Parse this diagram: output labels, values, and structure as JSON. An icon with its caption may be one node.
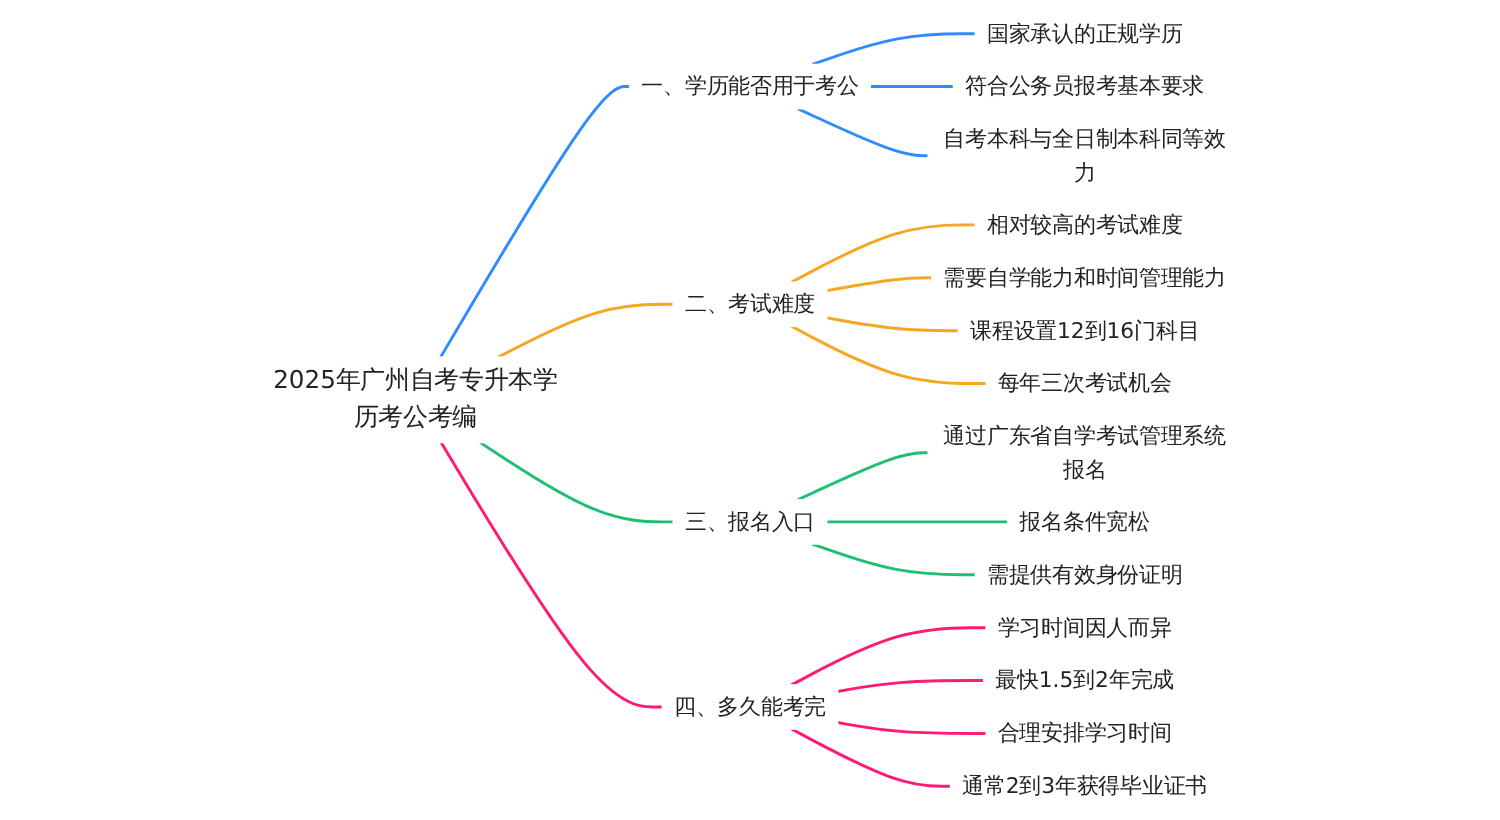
{
  "diagram": {
    "nodes": [
      {
        "text": [
          "2025年广州自考专升本学历考公考编"
        ]
      },
      {
        "text": [
          "一、学历能否用于考公"
        ]
      },
      {
        "text": [
          "国家承认的正规学历"
        ]
      },
      {
        "text": [
          "符合公务员报考基本要求"
        ]
      },
      {
        "text": [
          "自考本科与全日制本科同等效力"
        ]
      },
      {
        "text": [
          "二、考试难度"
        ]
      },
      {
        "text": [
          "相对较高的考试难度"
        ]
      },
      {
        "text": [
          "需要自学能力和时间管理能力"
        ]
      },
      {
        "text": [
          "课程设置12到16门科目"
        ]
      },
      {
        "text": [
          "每年三次考试机会"
        ]
      },
      {
        "text": [
          "三、报名入口"
        ]
      },
      {
        "text": [
          "通过广东省自学考试管理系统报名"
        ]
      },
      {
        "text": [
          "报名条件宽松"
        ]
      },
      {
        "text": [
          "需提供有效身份证明"
        ]
      },
      {
        "text": [
          "四、多久能考完"
        ]
      },
      {
        "text": [
          "学习时间因人而异"
        ]
      },
      {
        "text": [
          "最快1.5到2年完成"
        ]
      },
      {
        "text": [
          "合理安排学习时间"
        ]
      },
      {
        "text": [
          "通常2到3年获得毕业证书"
        ]
      }
    ],
    "edges": [
      {
        "from": 0,
        "to": 1,
        "arrow": "none",
        "color": "#2f8cff"
      },
      {
        "from": 1,
        "to": 2,
        "arrow": "none",
        "color": "#2f8cff"
      },
      {
        "from": 1,
        "to": 3,
        "arrow": "none",
        "color": "#2f8cff"
      },
      {
        "from": 1,
        "to": 4,
        "arrow": "none",
        "color": "#2f8cff"
      },
      {
        "from": 0,
        "to": 5,
        "arrow": "none",
        "color": "#f5a623"
      },
      {
        "from": 5,
        "to": 6,
        "arrow": "none",
        "color": "#f5a623"
      },
      {
        "from": 5,
        "to": 7,
        "arrow": "none",
        "color": "#f5a623"
      },
      {
        "from": 5,
        "to": 8,
        "arrow": "none",
        "color": "#f5a623"
      },
      {
        "from": 5,
        "to": 9,
        "arrow": "none",
        "color": "#f5a623"
      },
      {
        "from": 0,
        "to": 10,
        "arrow": "none",
        "color": "#1dbf73"
      },
      {
        "from": 10,
        "to": 11,
        "arrow": "none",
        "color": "#1dbf73"
      },
      {
        "from": 10,
        "to": 12,
        "arrow": "none",
        "color": "#1dbf73"
      },
      {
        "from": 10,
        "to": 13,
        "arrow": "none",
        "color": "#1dbf73"
      },
      {
        "from": 0,
        "to": 14,
        "arrow": "none",
        "color": "#ff1a75"
      },
      {
        "from": 14,
        "to": 15,
        "arrow": "none",
        "color": "#ff1a75"
      },
      {
        "from": 14,
        "to": 16,
        "arrow": "none",
        "color": "#ff1a75"
      },
      {
        "from": 14,
        "to": 17,
        "arrow": "none",
        "color": "#ff1a75"
      },
      {
        "from": 14,
        "to": 18,
        "arrow": "none",
        "color": "#ff1a75"
      }
    ]
  }
}
